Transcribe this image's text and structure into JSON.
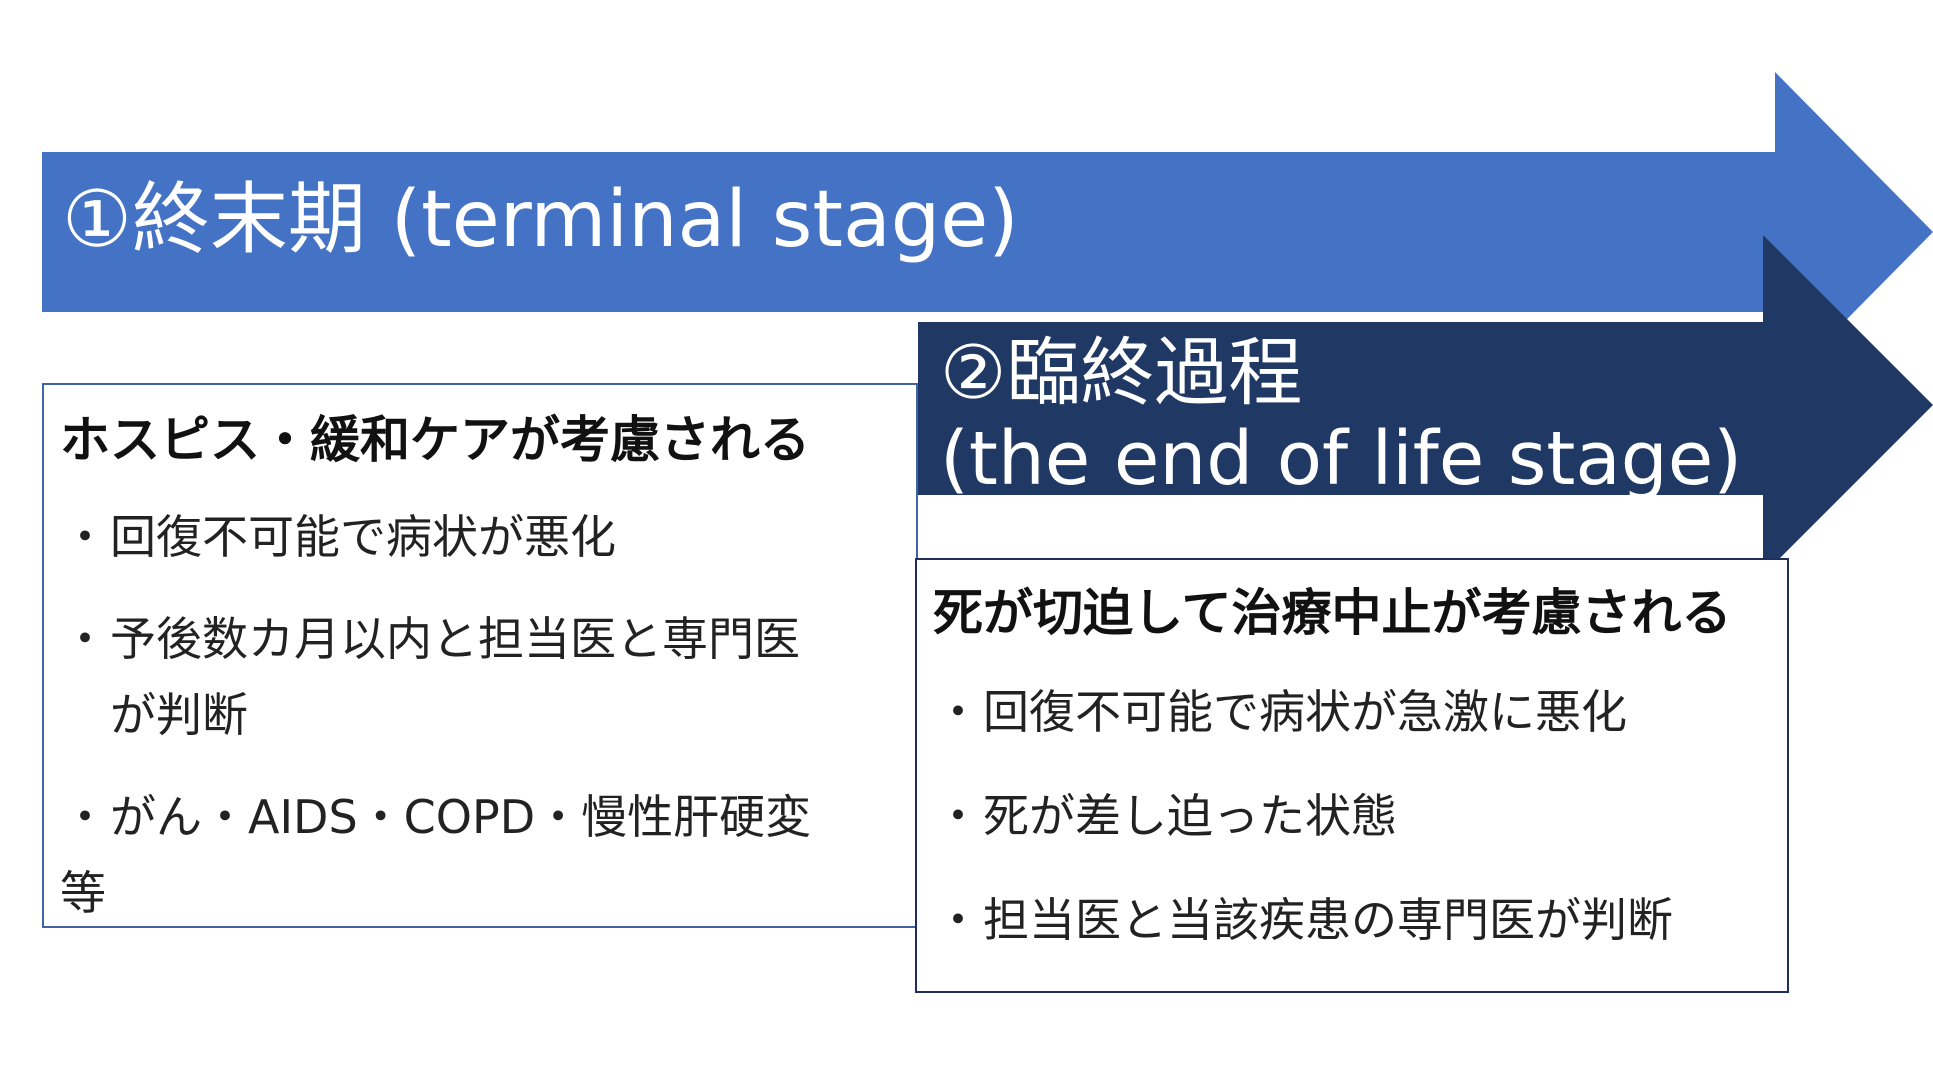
{
  "colors": {
    "arrow1": "#4472c4",
    "arrow2": "#203864",
    "box1_border": "#3f63a6",
    "box2_border": "#1f2e5c"
  },
  "arrow1": {
    "title": "①終末期 (terminal stage)"
  },
  "arrow2": {
    "title_line1": "②臨終過程",
    "title_line2": "(the end of life stage)"
  },
  "box1": {
    "title": "ホスピス・緩和ケアが考慮される",
    "bullet": "・",
    "items": [
      {
        "text": "回復不可能で病状が悪化"
      },
      {
        "text": "予後数カ月以内と担当医と専門医",
        "cont": "が判断"
      },
      {
        "text": "がん・AIDS・COPD・慢性肝硬変",
        "tail": "等"
      }
    ]
  },
  "box2": {
    "title": "死が切迫して治療中止が考慮される",
    "bullet": "・",
    "items": [
      {
        "text": "回復不可能で病状が急激に悪化"
      },
      {
        "text": "死が差し迫った状態"
      },
      {
        "text": "担当医と当該疾患の専門医が判断"
      }
    ]
  }
}
